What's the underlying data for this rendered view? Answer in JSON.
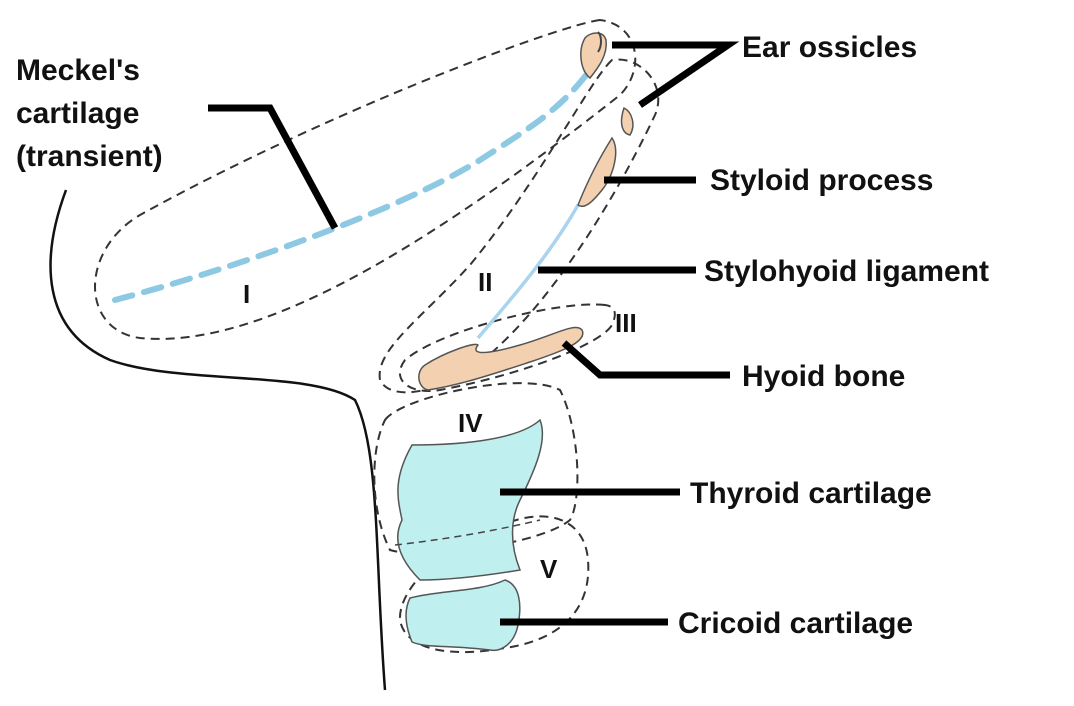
{
  "labels": {
    "meckel": [
      "Meckel's",
      "cartilage",
      "(transient)"
    ],
    "ear_ossicles": "Ear ossicles",
    "styloid_process": "Styloid process",
    "stylohyoid_ligament": "Stylohyoid ligament",
    "hyoid_bone": "Hyoid bone",
    "thyroid_cartilage": "Thyroid cartilage",
    "cricoid_cartilage": "Cricoid cartilage"
  },
  "arch_numerals": [
    "I",
    "II",
    "III",
    "IV",
    "V"
  ],
  "colors": {
    "bone": "#f3d1b0",
    "cartilage": "#bff0ef",
    "meckel_dash": "#8ec9e4",
    "ligament": "#a9d4ee",
    "outline": "#333333",
    "leader": "#000000"
  }
}
